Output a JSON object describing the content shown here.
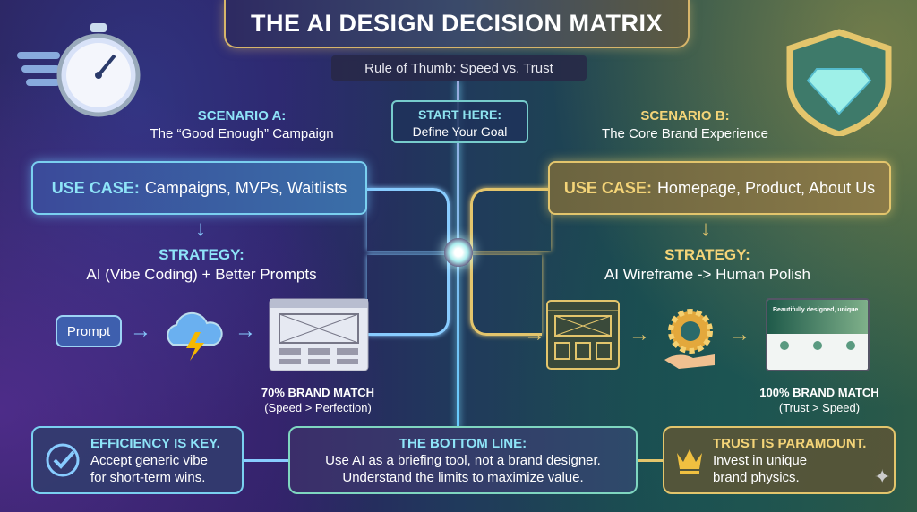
{
  "header": {
    "title": "THE AI DESIGN DECISION MATRIX",
    "subtitle": "Rule of Thumb: Speed vs. Trust"
  },
  "start": {
    "title": "START HERE:",
    "text": "Define Your Goal"
  },
  "scenario_a": {
    "title": "SCENARIO A:",
    "subtitle": "The “Good Enough” Campaign",
    "use_case_label": "USE CASE:",
    "use_case": "Campaigns, MVPs, Waitlists",
    "strategy_label": "STRATEGY:",
    "strategy": "AI (Vibe Coding) + Better Prompts",
    "prompt": "Prompt",
    "match": "70% BRAND MATCH",
    "match_note": "(Speed > Perfection)"
  },
  "scenario_b": {
    "title": "SCENARIO B:",
    "subtitle": "The Core Brand Experience",
    "use_case_label": "USE CASE:",
    "use_case": "Homepage, Product, About Us",
    "strategy_label": "STRATEGY:",
    "strategy": "AI Wireframe -> Human Polish",
    "website_headline": "Beautifully designed, unique",
    "match": "100% BRAND MATCH",
    "match_note": "(Trust > Speed)"
  },
  "bottom": {
    "left": {
      "title": "EFFICIENCY IS KEY.",
      "line1": "Accept generic vibe",
      "line2": "for short-term wins."
    },
    "center": {
      "title": "THE BOTTOM LINE:",
      "line1": "Use AI as a briefing tool, not a brand designer.",
      "line2": "Understand the limits to maximize value."
    },
    "right": {
      "title": "TRUST IS PARAMOUNT.",
      "line1": "Invest in unique",
      "line2": "brand physics."
    }
  },
  "colors": {
    "cyan": "#8ee4f8",
    "gold": "#f4d478",
    "lightning": "#f5b800"
  }
}
